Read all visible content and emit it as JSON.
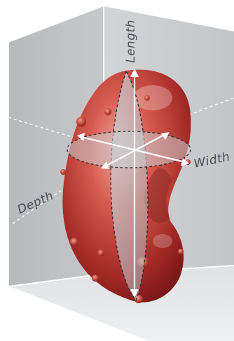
{
  "labels": {
    "length": "Length",
    "width": "Width",
    "depth": "Depth"
  },
  "colors": {
    "back_wall": "#c9cbcd",
    "side_wall": "#bcbec1",
    "floor": "#e6e8ea",
    "edge": "#ffffff",
    "kidney_dark": "#8e1f1f",
    "kidney_mid": "#c7463f",
    "kidney_light": "#e98e83",
    "section_plane": "#b9bec4",
    "label_text": "#4a4f55"
  }
}
